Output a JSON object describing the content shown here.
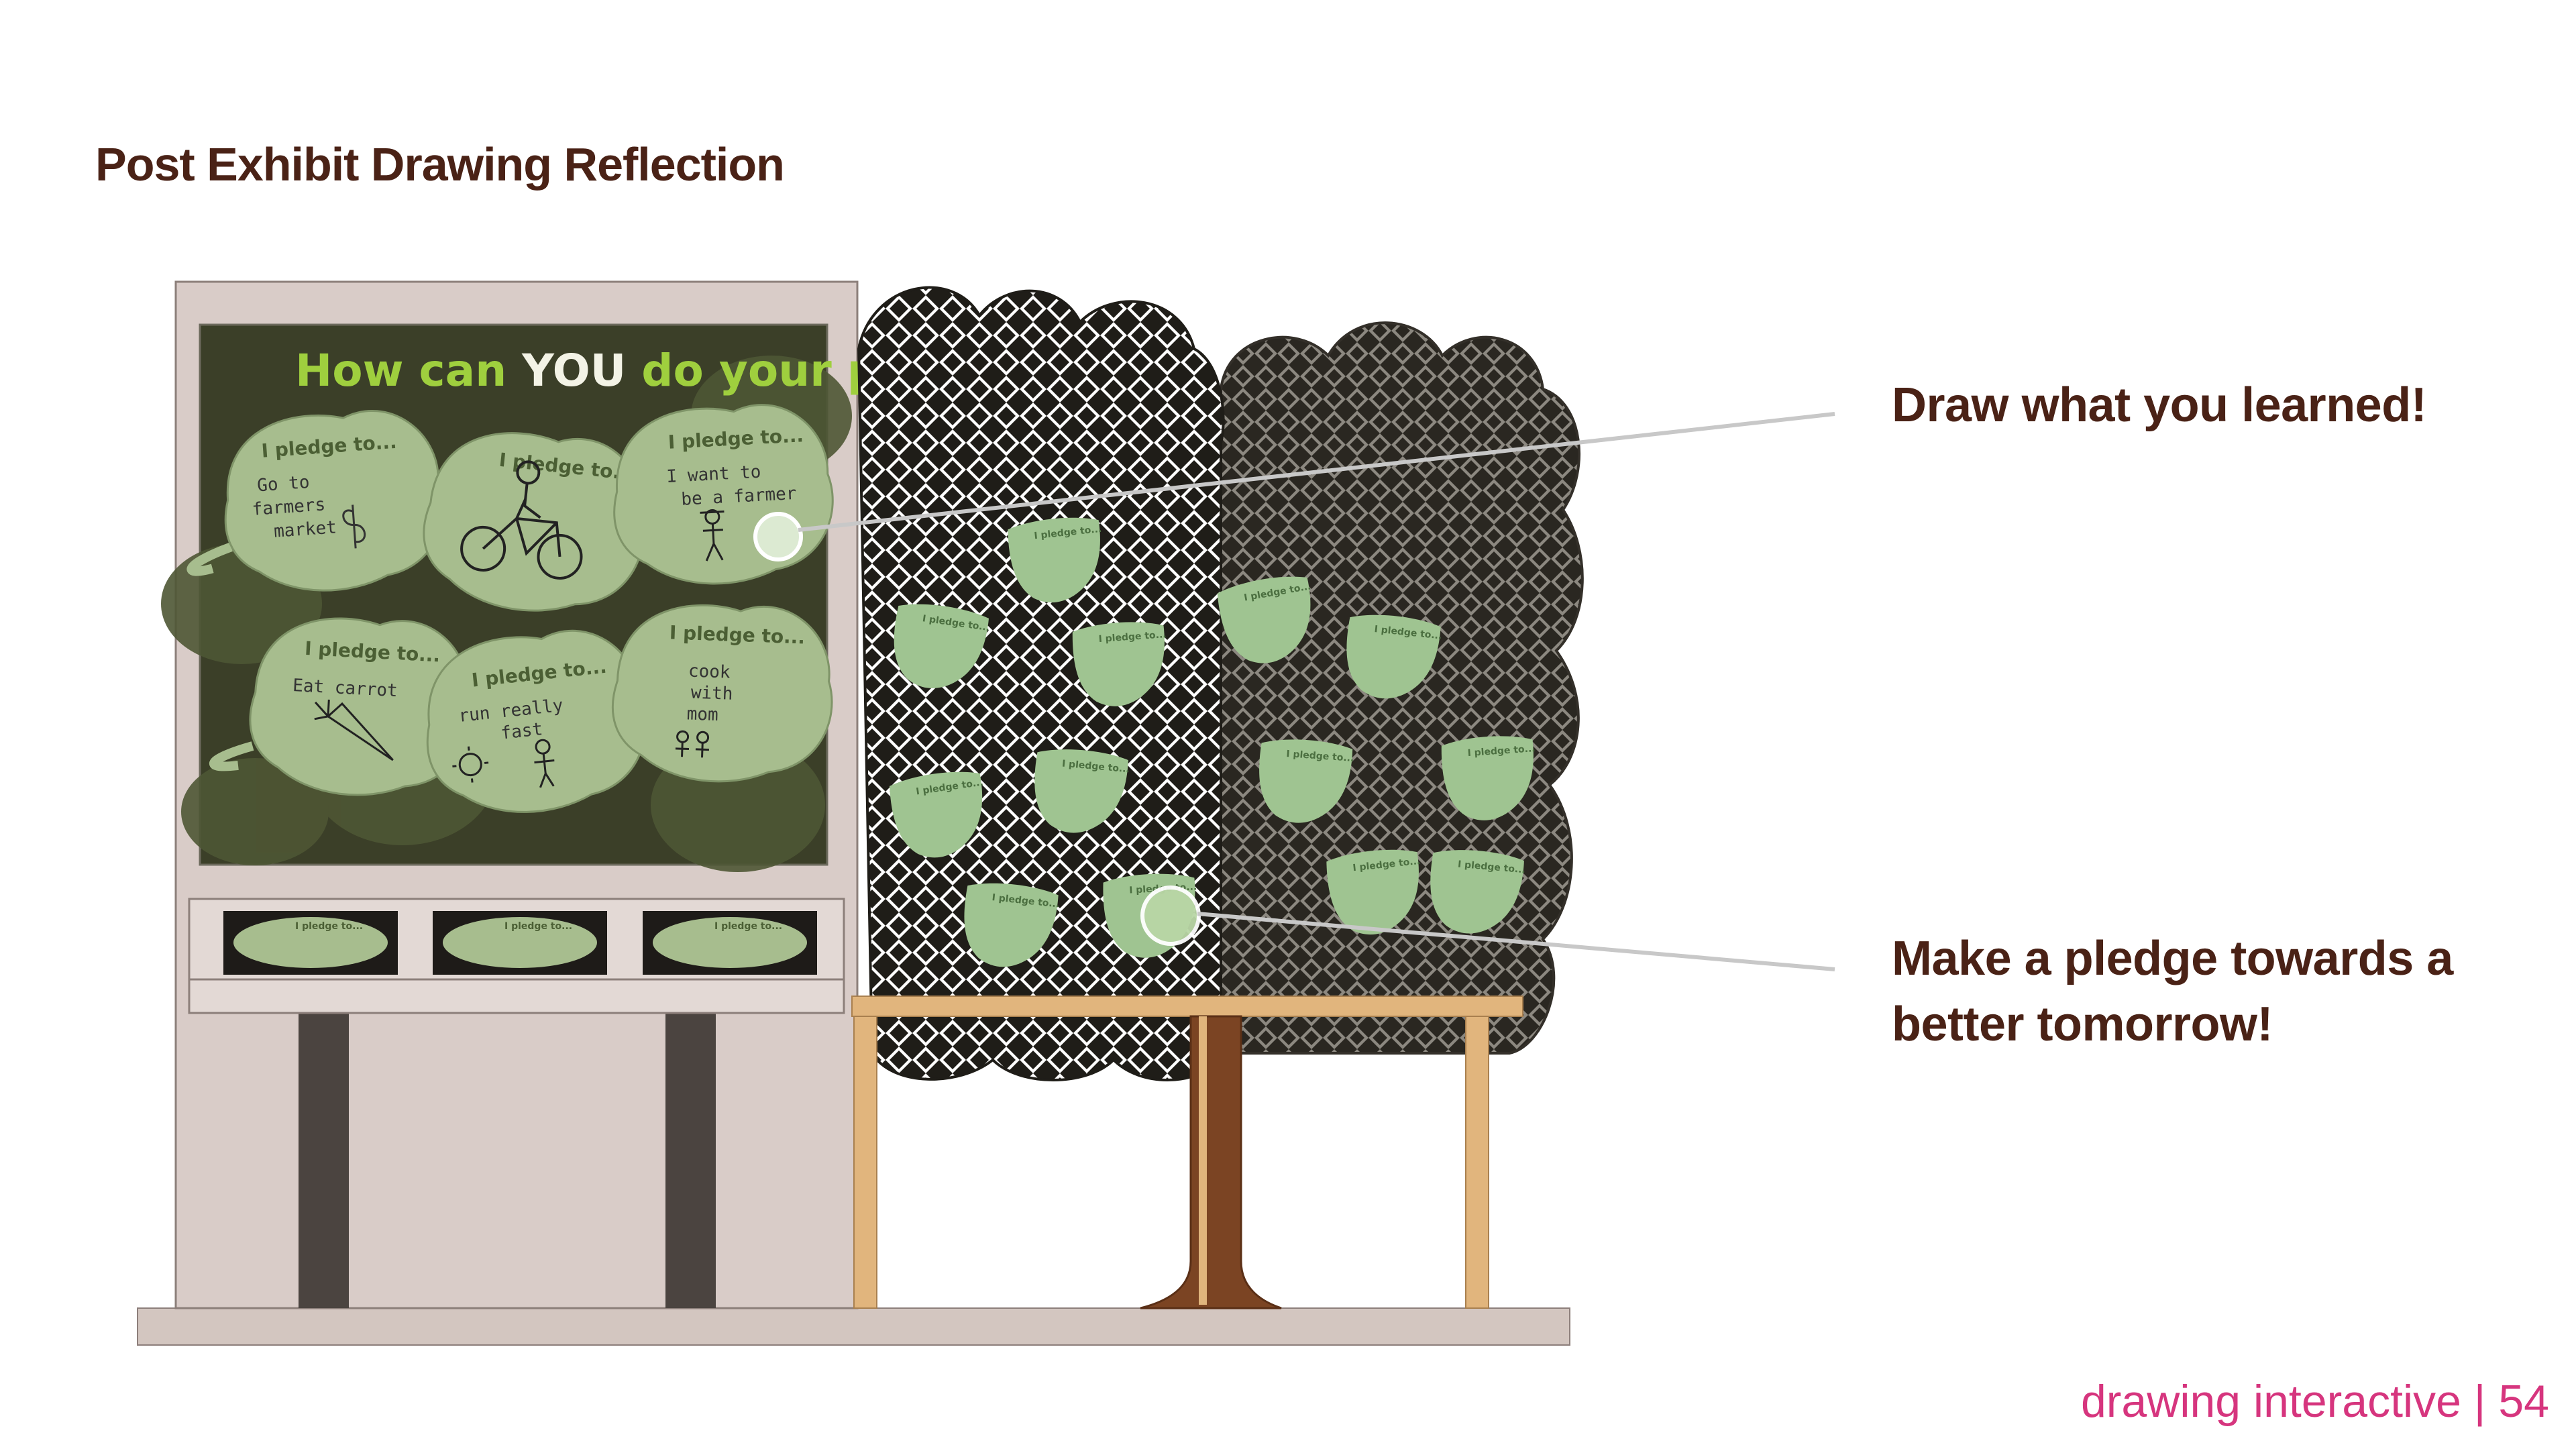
{
  "page": {
    "title": "Post Exhibit Drawing Reflection",
    "footer": "drawing interactive | 54"
  },
  "callouts": [
    {
      "text": "Draw what you learned!"
    },
    {
      "text": "Make a pledge towards a better tomorrow!"
    }
  ],
  "board": {
    "headline_prefix": "How can ",
    "headline_emphasis": "YOU",
    "headline_suffix": " do your part?",
    "pledge_label": "I pledge to...",
    "pledges": [
      {
        "line1": "Go to",
        "line2": "farmers",
        "line3": "market"
      },
      {
        "line1": "",
        "line2": "",
        "line3": ""
      },
      {
        "line1": "I want to",
        "line2": "be a farmer",
        "line3": ""
      },
      {
        "line1": "Eat carrot",
        "line2": "",
        "line3": ""
      },
      {
        "line1": "run really",
        "line2": "fast",
        "line3": ""
      },
      {
        "line1": "cook",
        "line2": "with",
        "line3": "mom"
      }
    ]
  },
  "tree_leaf_label": "I pledge to...",
  "colors": {
    "title": "#4a2216",
    "footer": "#d6357e",
    "board_bg": "#3b3f28",
    "leaf": "#a7bd8e",
    "tree_leaf": "#9fc491",
    "headline_green": "#9fcf3e",
    "wood": "#e1b57d",
    "trunk": "#7b4423",
    "kiosk": "#d9ccc8"
  },
  "icons": [
    "bicycle-sketch",
    "stick-figure-sketch",
    "carrot-sketch",
    "sun-sketch",
    "dollar-sketch"
  ]
}
